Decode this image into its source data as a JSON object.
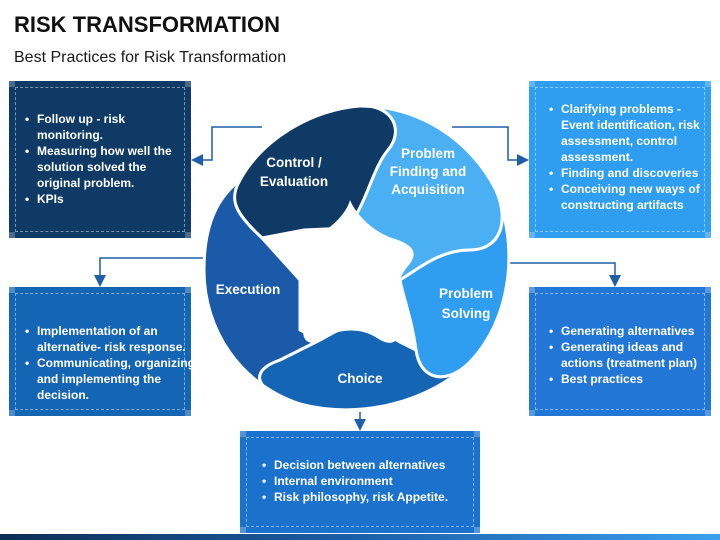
{
  "title": "RISK TRANSFORMATION",
  "subtitle": "Best Practices for Risk Transformation",
  "segments": {
    "control_evaluation": [
      "Control /",
      "Evaluation"
    ],
    "problem_finding": [
      "Problem",
      "Finding and",
      "Acquisition"
    ],
    "problem_solving": [
      "Problem",
      "Solving"
    ],
    "choice": [
      "Choice"
    ],
    "execution": [
      "Execution"
    ]
  },
  "boxes": {
    "top_left": [
      "Follow up - risk monitoring.",
      "Measuring how well the solution solved the original problem.",
      "KPIs"
    ],
    "top_right": [
      "Clarifying problems - Event identification, risk assessment, control assessment.",
      "Finding and discoveries",
      "Conceiving new ways of constructing artifacts"
    ],
    "mid_left": [
      "Implementation of an alternative- risk response.",
      "Communicating, organizing, and implementing the decision."
    ],
    "mid_right": [
      "Generating alternatives",
      "Generating ideas and actions (treatment plan)",
      "Best practices"
    ],
    "bottom": [
      "Decision between alternatives",
      "Internal environment",
      "Risk philosophy, risk Appetite."
    ]
  },
  "colors": {
    "dark_navy": "#0f3a66",
    "mid_blue": "#1565b5",
    "light_blue": "#2f9ef0",
    "sky_blue": "#4ab0f3"
  }
}
